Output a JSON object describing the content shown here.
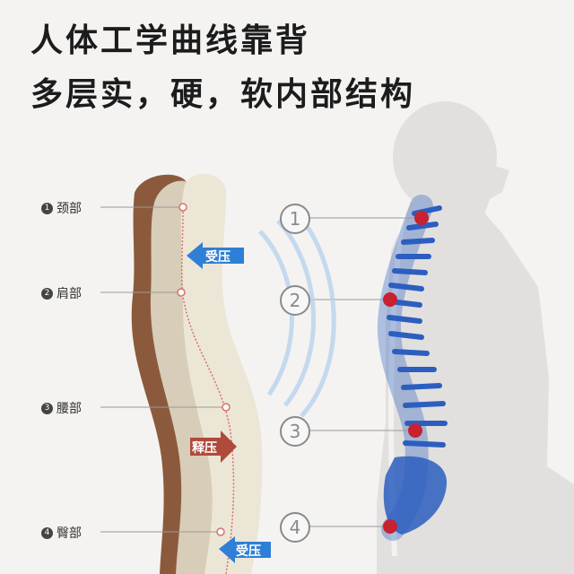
{
  "headline": {
    "line1": "人体工学曲线靠背",
    "line2": "多层实，硬，软内部结构"
  },
  "zones": [
    {
      "num": "1",
      "label": "颈部"
    },
    {
      "num": "2",
      "label": "肩部"
    },
    {
      "num": "3",
      "label": "腰部"
    },
    {
      "num": "4",
      "label": "臀部"
    }
  ],
  "pressure_tags": {
    "top": "受压",
    "middle": "释压",
    "bottom": "受压"
  },
  "spine_markers": [
    "1",
    "2",
    "3",
    "4"
  ],
  "colors": {
    "brown_layer": "#8b5a3c",
    "foam_layer": "#ece6d6",
    "press_arrow": "#2f7fd6",
    "release_arrow": "#b04a3a",
    "marker_dot": "#c8212f",
    "spine_blue": "#2c5ec0"
  }
}
